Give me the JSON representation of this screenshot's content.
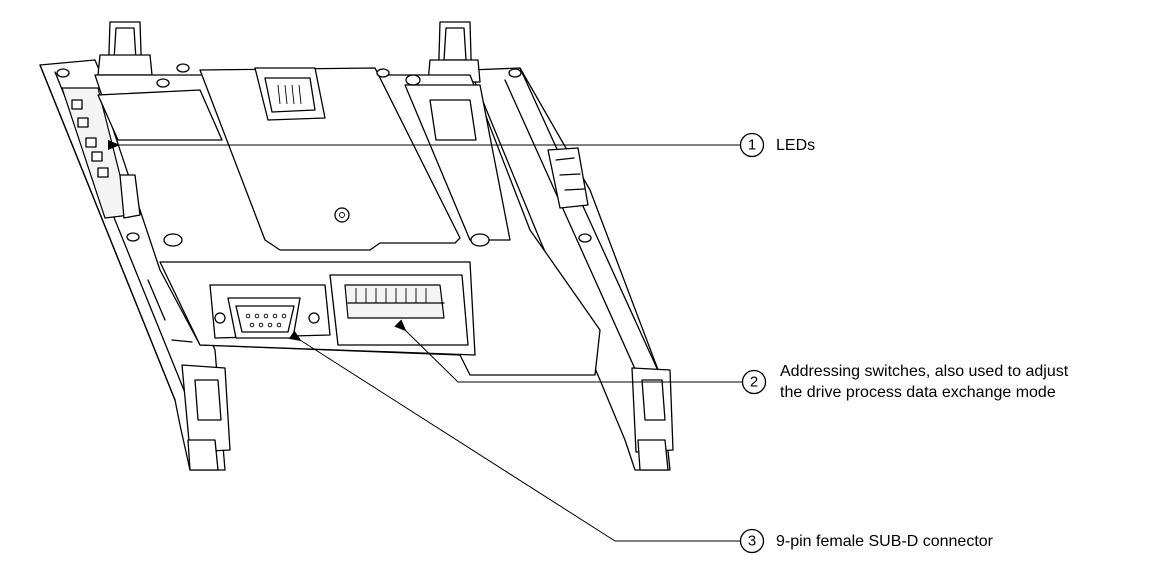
{
  "callouts": [
    {
      "number": "1",
      "lines": [
        "LEDs"
      ]
    },
    {
      "number": "2",
      "lines": [
        "Addressing switches, also used to adjust",
        "the drive process data exchange mode"
      ]
    },
    {
      "number": "3",
      "lines": [
        "9-pin female SUB-D connector"
      ]
    }
  ]
}
